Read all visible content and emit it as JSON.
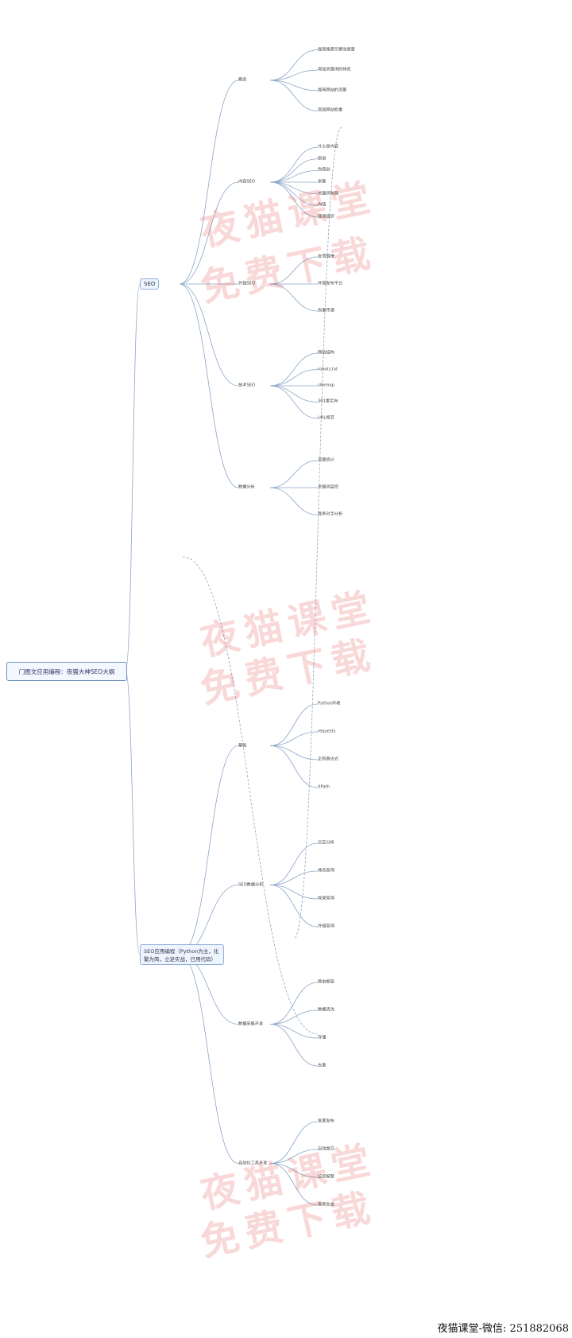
{
  "root": "门图文应用编程：夜猫大神SEO大纲",
  "watermarks": [
    "夜猫课堂",
    "免费下载",
    "夜猫课堂",
    "免费下载",
    "夜猫课堂",
    "免费下载"
  ],
  "credit": "夜猫课堂-微信: 251882068",
  "sections": [
    {
      "label": "SEO",
      "children": [
        {
          "label": "概念",
          "items": [
            "提高搜索引擎收录量",
            "增加关键词的排名",
            "提高网站的流量",
            "增加网站权重"
          ]
        },
        {
          "label": "内容SEO",
          "items": [
            "什么是内容",
            "原创",
            "伪原创",
            "采集",
            "关键词布局",
            "内链",
            "链接组织"
          ]
        },
        {
          "label": "外链SEO",
          "items": [
            "友情链接",
            "外链发布平台",
            "权重传递"
          ]
        },
        {
          "label": "技术SEO",
          "items": [
            "网站结构",
            "robots.txt",
            "sitemap",
            "301重定向",
            "URL规范"
          ]
        },
        {
          "label": "数据分析",
          "items": [
            "流量统计",
            "关键词监控",
            "竞争对手分析"
          ]
        }
      ]
    },
    {
      "label": "SEO应用编程（Python为主，化繁为简，立足实战，已用代码）",
      "children": [
        {
          "label": "基础",
          "items": [
            "Python环境",
            "requests",
            "正则表达式",
            "XPath"
          ]
        },
        {
          "label": "SEO数据分析",
          "items": [
            "日志分析",
            "排名查询",
            "收录查询",
            "外链查询"
          ]
        },
        {
          "label": "数据采集开发",
          "items": [
            "爬虫框架",
            "数据清洗",
            "存储",
            "去重"
          ]
        },
        {
          "label": "自动化工具开发",
          "items": [
            "批量发布",
            "自动提交",
            "监控报警",
            "报表生成"
          ]
        }
      ]
    }
  ]
}
